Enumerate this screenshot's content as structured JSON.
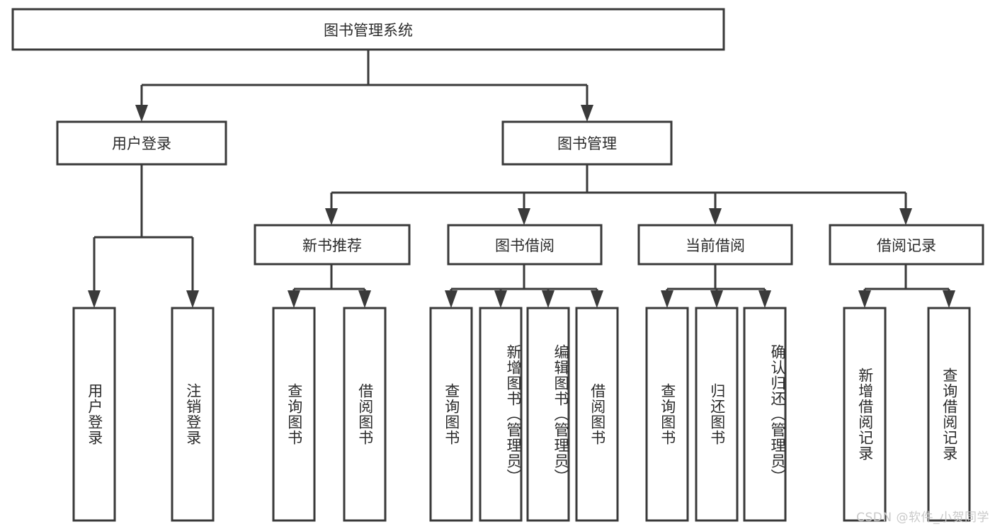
{
  "diagram": {
    "type": "hierarchy-tree",
    "title": "图书管理系统",
    "orientation": "top-down",
    "watermark": "CSDN @软件_小贺同学",
    "colors": {
      "stroke": "#3a3a3a",
      "box_fill": "#ffffff",
      "text": "#2b2b2b",
      "background": "#ffffff",
      "watermark": "#c9c9c9"
    },
    "root": {
      "label": "图书管理系统"
    },
    "level1": [
      {
        "label": "用户登录"
      },
      {
        "label": "图书管理"
      }
    ],
    "level2": [
      {
        "label": "新书推荐"
      },
      {
        "label": "图书借阅"
      },
      {
        "label": "当前借阅"
      },
      {
        "label": "借阅记录"
      }
    ],
    "leaves": {
      "user_login": [
        {
          "label": "用户登录"
        },
        {
          "label": "注销登录"
        }
      ],
      "new_book_recommend": [
        {
          "label": "查询图书"
        },
        {
          "label": "借阅图书"
        }
      ],
      "book_borrow": [
        {
          "label": "查询图书"
        },
        {
          "label": "新增图书（管理员）"
        },
        {
          "label": "编辑图书（管理员）"
        },
        {
          "label": "借阅图书"
        }
      ],
      "current_borrow": [
        {
          "label": "查询图书"
        },
        {
          "label": "归还图书"
        },
        {
          "label": "确认归还（管理员）"
        }
      ],
      "borrow_record": [
        {
          "label": "新增借阅记录"
        },
        {
          "label": "查询借阅记录"
        }
      ]
    }
  }
}
